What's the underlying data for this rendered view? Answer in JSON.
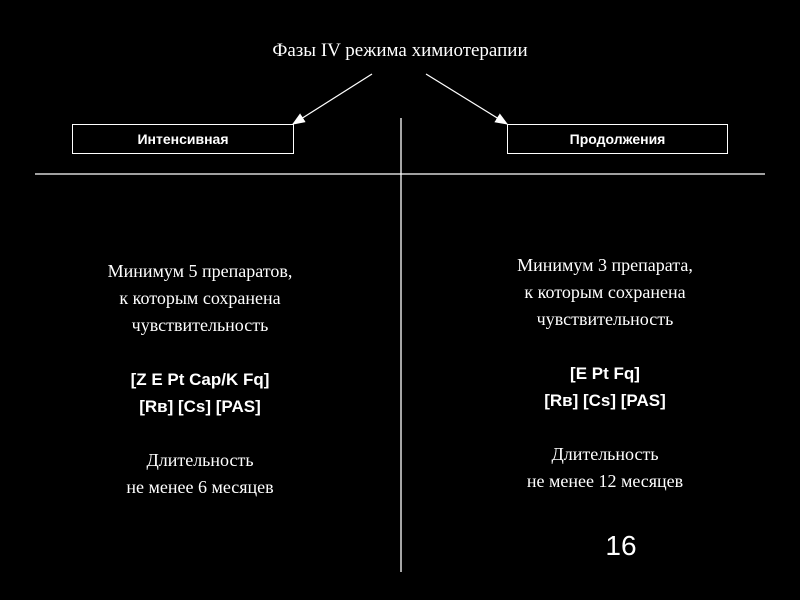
{
  "title": "Фазы IV  режима химиотерапии",
  "phases": {
    "left": "Интенсивная",
    "right": "Продолжения"
  },
  "left_column": {
    "line1": "Минимум 5 препаратов,",
    "line2": "к которым сохранена",
    "line3": "чувствительность",
    "drugs1": "[Z E Pt Cap/K Fq]",
    "drugs2": "[Rв] [Cs] [PAS]",
    "duration1": "Длительность",
    "duration2": "не менее 6 месяцев"
  },
  "right_column": {
    "line1": "Минимум 3 препарата,",
    "line2": "к которым сохранена",
    "line3": "чувствительность",
    "drugs1": "[E Pt Fq]",
    "drugs2": "[Rв] [Cs] [PAS]",
    "duration1": "Длительность",
    "duration2": "не менее 12 месяцев"
  },
  "page_number": "16"
}
